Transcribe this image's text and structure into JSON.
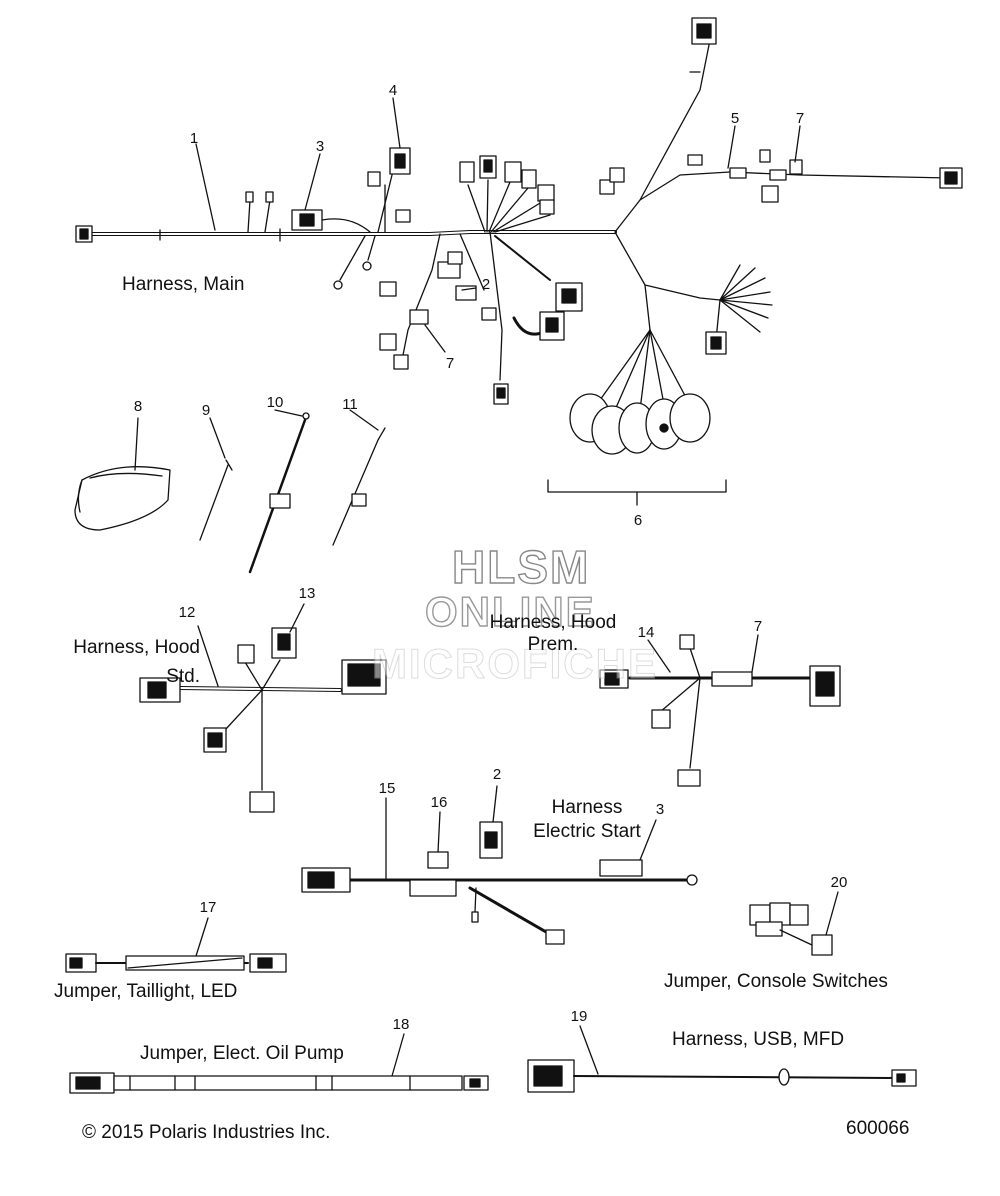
{
  "watermark": {
    "line1": "HLSM",
    "line2": "ONLINE",
    "line3": "MICROFICHE"
  },
  "labels": {
    "harness_main": "Harness, Main",
    "harness_hood_std": "Harness, Hood\nStd.",
    "harness_hood_prem": "Harness, Hood\nPrem.",
    "harness_electric_start": "Harness\nElectric Start",
    "jumper_console": "Jumper, Console Switches",
    "jumper_taillight": "Jumper, Taillight, LED",
    "jumper_oil_pump": "Jumper, Elect. Oil Pump",
    "harness_usb": "Harness, USB, MFD"
  },
  "callouts": {
    "n1": "1",
    "n2a": "2",
    "n3a": "3",
    "n4": "4",
    "n5": "5",
    "n6": "6",
    "n7a": "7",
    "n7b": "7",
    "n7c": "7",
    "n8": "8",
    "n9": "9",
    "n10": "10",
    "n11": "11",
    "n12": "12",
    "n13": "13",
    "n14": "14",
    "n15": "15",
    "n16": "16",
    "n2b": "2",
    "n3b": "3",
    "n17": "17",
    "n18": "18",
    "n19": "19",
    "n20": "20"
  },
  "footer": {
    "copyright": "© 2015 Polaris Industries Inc.",
    "figure_id": "600066"
  }
}
